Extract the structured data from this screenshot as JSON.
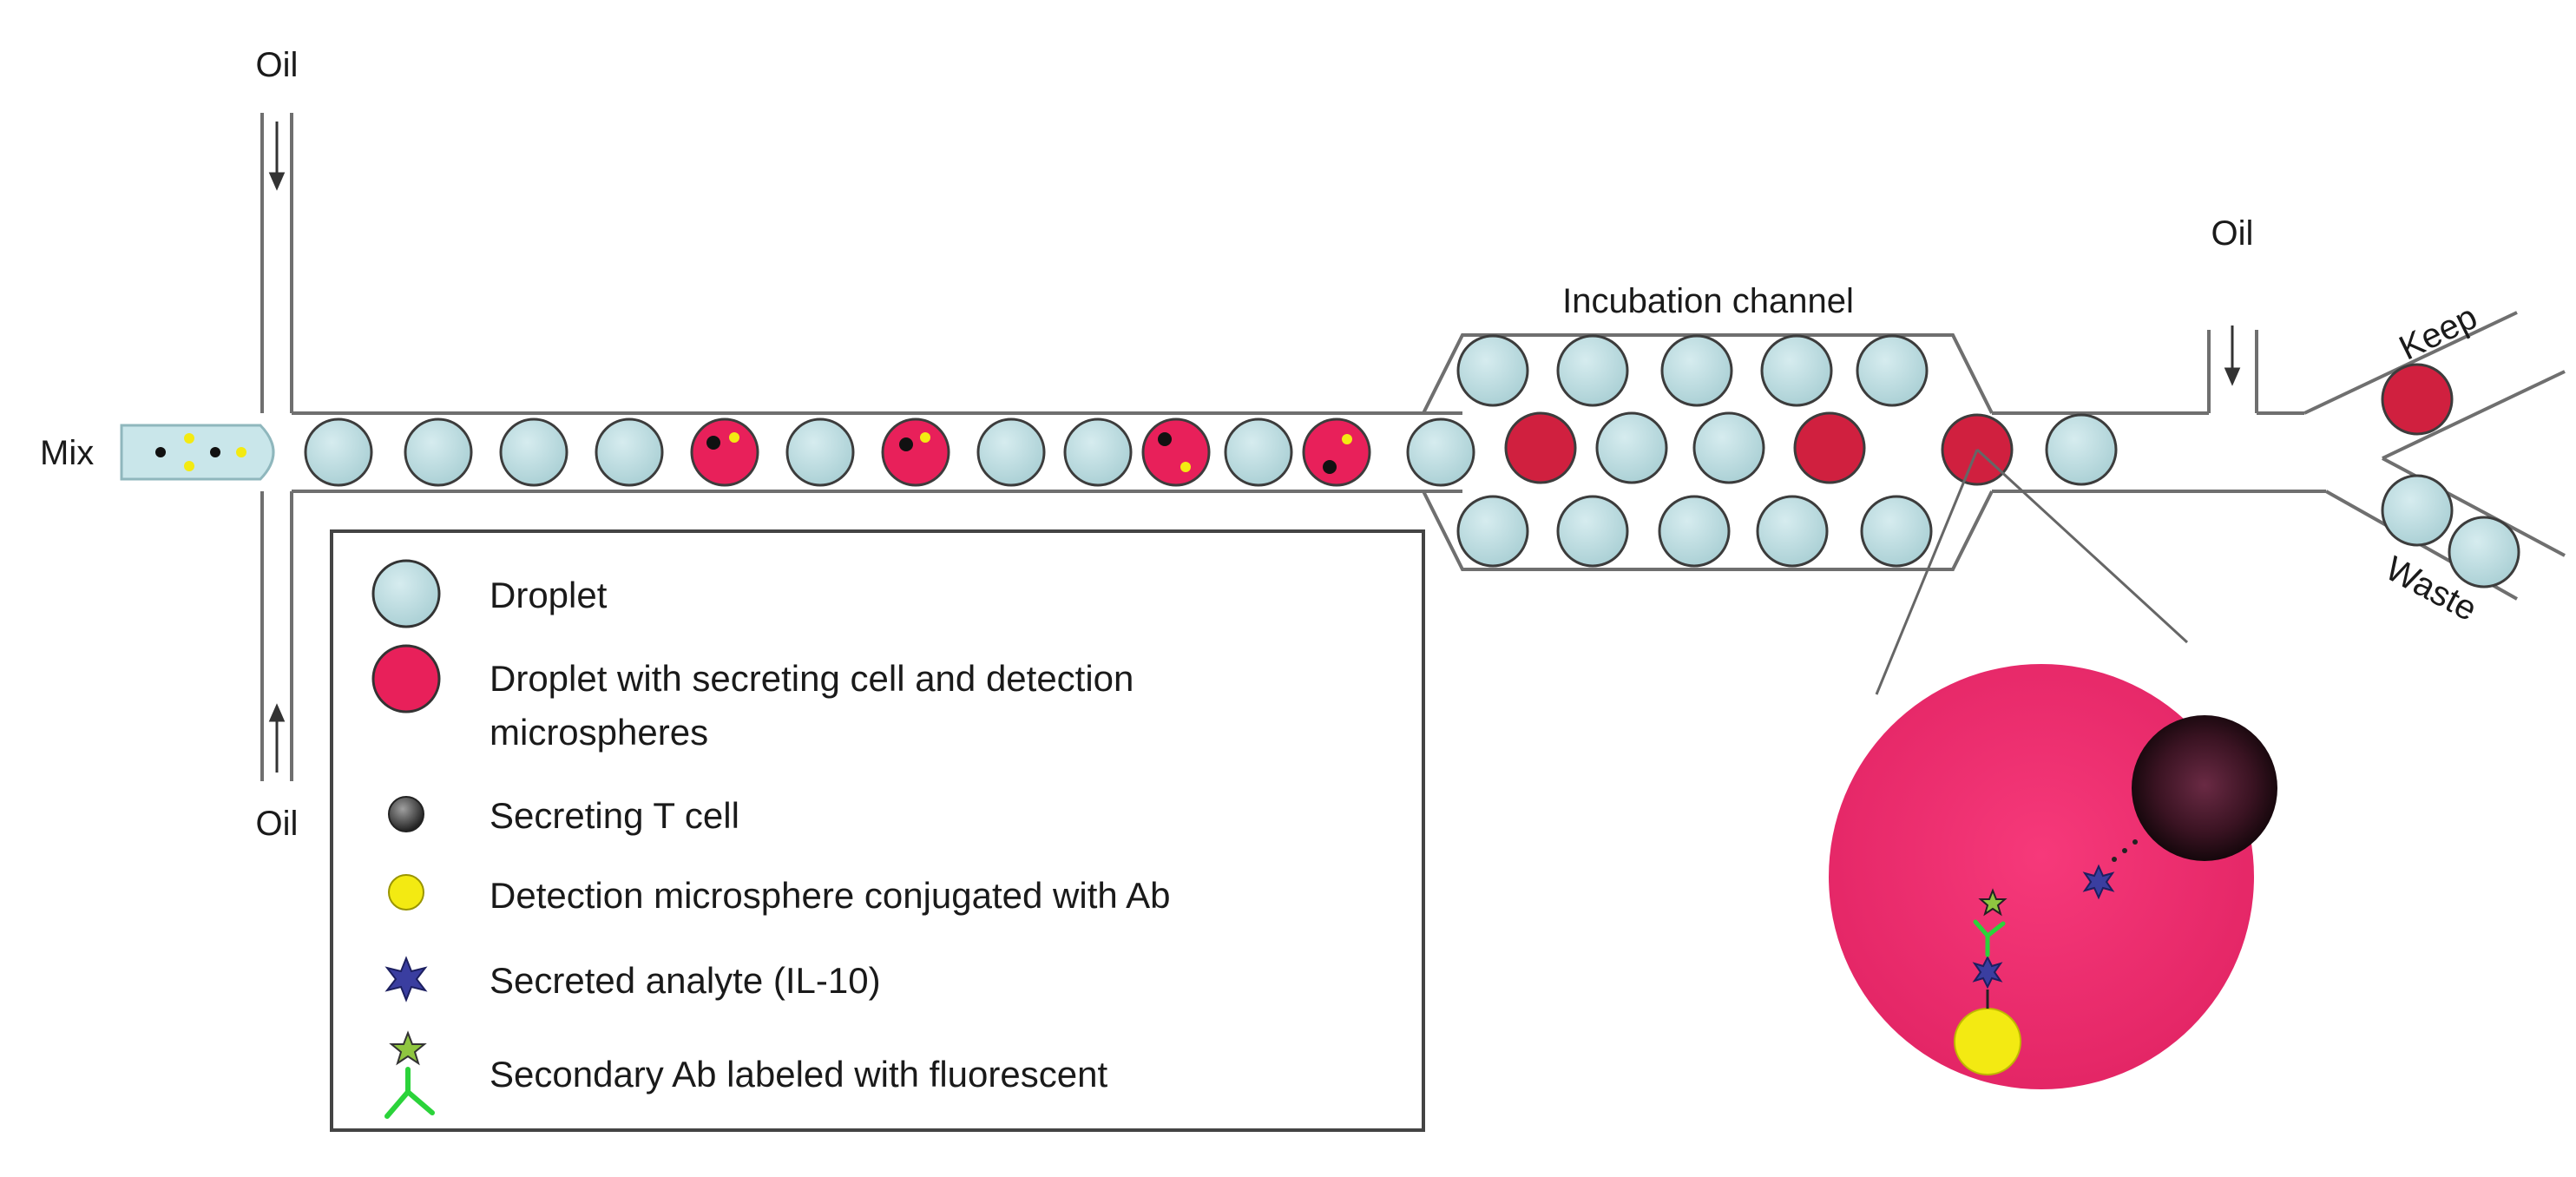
{
  "labels": {
    "oil_top": "Oil",
    "oil_bottom": "Oil",
    "oil_right": "Oil",
    "mix": "Mix",
    "incubation": "Incubation channel",
    "keep": "Keep",
    "waste": "Waste"
  },
  "legend": {
    "items": [
      {
        "icon": "droplet",
        "text": "Droplet"
      },
      {
        "icon": "positive-droplet",
        "text": "Droplet with secreting cell and detection",
        "text2": "microspheres"
      },
      {
        "icon": "t-cell",
        "text": "Secreting T cell"
      },
      {
        "icon": "microsphere",
        "text": "Detection microsphere conjugated with Ab"
      },
      {
        "icon": "analyte",
        "text": "Secreted analyte (IL-10)"
      },
      {
        "icon": "secondary-ab",
        "text": "Secondary Ab labeled with fluorescent"
      }
    ]
  },
  "colors": {
    "droplet": "#b6d8dc",
    "positive": "#e8205a",
    "sorted": "#d0203f",
    "zoom": "#f0306e",
    "t_cell": "#2a0f17",
    "microsphere": "#f3ea12",
    "analyte": "#3a3ea0",
    "antibody": "#2bd33a",
    "star": "#8fc640"
  }
}
